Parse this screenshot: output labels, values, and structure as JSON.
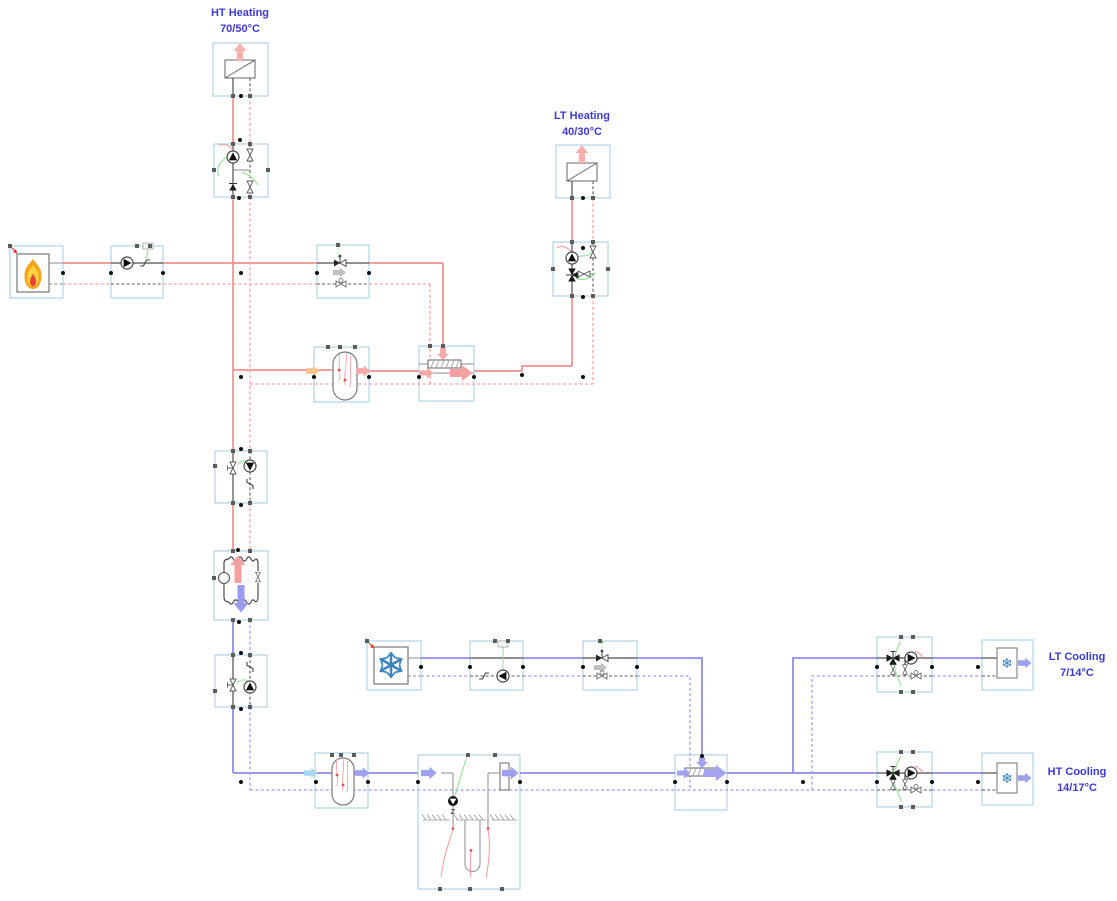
{
  "diagram": {
    "circuit_labels": {
      "ht_heating": {
        "name": "HT Heating",
        "temp": "70/50°C"
      },
      "lt_heating": {
        "name": "LT Heating",
        "temp": "40/30°C"
      },
      "lt_cooling": {
        "name": "LT Cooling",
        "temp": "7/14°C"
      },
      "ht_cooling": {
        "name": "HT Cooling",
        "temp": "14/17°C"
      }
    },
    "ground_loop": {
      "pump_label": "Z"
    },
    "colors": {
      "label_text": "#3b3bd4",
      "hot_supply": "#f19090",
      "hot_return": "#f3a2a2",
      "cold_supply": "#8d8dea",
      "cold_return": "#9e9ef0",
      "block_border": "#a9cfe4",
      "control_line": "#8fe08f",
      "flame_orange": "#f6a21c",
      "snow_blue": "#3d85bb",
      "background": "#ffffff"
    },
    "components": [
      "boiler",
      "boiler-pump",
      "ht-radiator",
      "ht-pump-group",
      "hot-distribution-valve",
      "hot-buffer-tank",
      "hot-header",
      "lt-radiator",
      "lt-pump-group",
      "hp-hot-pump",
      "heat-pump",
      "hp-cold-pump",
      "chiller",
      "chiller-pump",
      "cold-distribution-valve",
      "cold-buffer-tank",
      "ground-loop",
      "cold-header",
      "lt-cooling-mixing-group",
      "lt-cooling-emitter",
      "ht-cooling-mixing-group",
      "ht-cooling-emitter"
    ],
    "icons": {
      "boiler": "flame-icon",
      "chiller": "snowflake-icon",
      "cooling_emitters": "snowflake-icon"
    }
  }
}
